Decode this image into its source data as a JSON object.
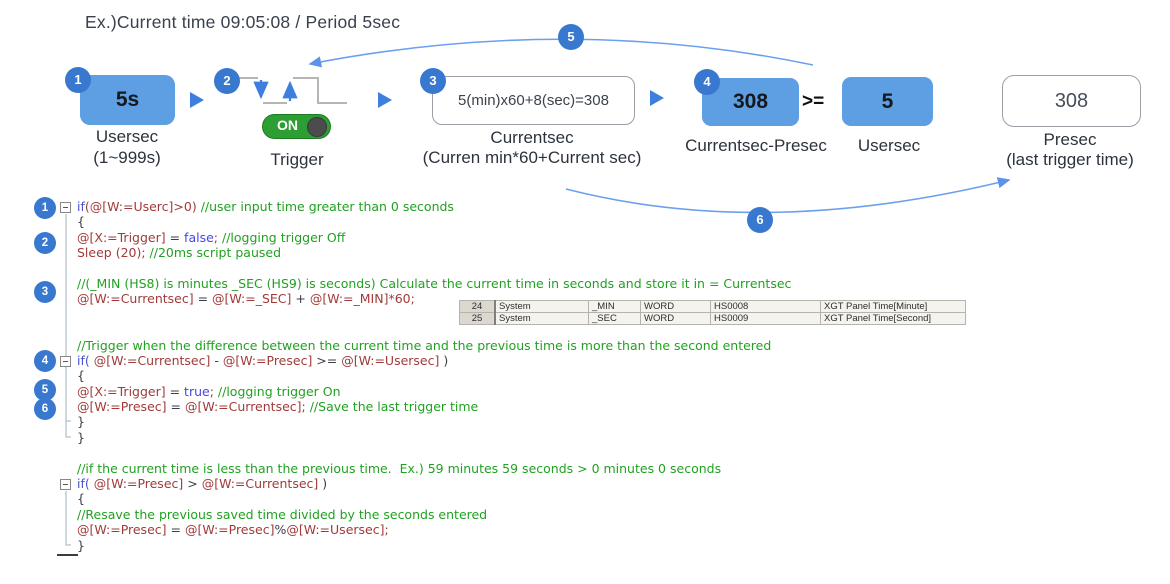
{
  "header": {
    "title": "Ex.)Current time 09:05:08 / Period 5sec"
  },
  "flow": {
    "usersec": {
      "badge": "1",
      "value": "5s",
      "label": "Usersec",
      "sublabel": "(1~999s)"
    },
    "trigger": {
      "badge": "2",
      "toggle_label": "ON",
      "label": "Trigger"
    },
    "currentsec": {
      "badge": "3",
      "value": "5(min)x60+8(sec)=308",
      "label": "Currentsec",
      "sublabel": "(Curren min*60+Current sec)"
    },
    "diff": {
      "badge": "4",
      "value": "308",
      "label": "Currentsec-Presec"
    },
    "operator": ">=",
    "usersec2": {
      "value": "5",
      "label": "Usersec"
    },
    "presec": {
      "value": "308",
      "label": "Presec",
      "sublabel": "(last trigger time)"
    },
    "arc5_badge": "5",
    "arc6_badge": "6"
  },
  "code": {
    "badges": [
      "1",
      "2",
      "3",
      "4",
      "5",
      "6"
    ],
    "lines": [
      [
        [
          "k",
          "if"
        ],
        [
          "v",
          "(@[W:=Userc]>0)"
        ],
        [
          "c",
          " //user input time greater than 0 seconds"
        ]
      ],
      [
        [
          "p",
          "{"
        ]
      ],
      [
        [
          "v",
          "@[X:=Trigger]"
        ],
        [
          "p",
          " = "
        ],
        [
          "b",
          "false"
        ],
        [
          "v",
          ";"
        ],
        [
          "c",
          " //logging trigger Off"
        ]
      ],
      [
        [
          "v",
          "Sleep (20);"
        ],
        [
          "c",
          " //20ms script paused"
        ]
      ],
      [],
      [
        [
          "c",
          "//(_MIN (HS8) is minutes _SEC (HS9) is seconds) Calculate the current time in seconds and store it in = Currentsec"
        ]
      ],
      [
        [
          "v",
          "@[W:=Currentsec]"
        ],
        [
          "p",
          " = "
        ],
        [
          "v",
          "@[W:=_SEC]"
        ],
        [
          "p",
          " + "
        ],
        [
          "v",
          "@[W:=_MIN]*60;"
        ]
      ],
      [],
      [],
      [
        [
          "c",
          "//Trigger when the difference between the current time and the previous time is more than the second entered"
        ]
      ],
      [
        [
          "k",
          "if("
        ],
        [
          "p",
          " "
        ],
        [
          "v",
          "@[W:=Currentsec]"
        ],
        [
          "p",
          " - "
        ],
        [
          "v",
          "@[W:=Presec]"
        ],
        [
          "p",
          " >= "
        ],
        [
          "v",
          "@[W:=Usersec]"
        ],
        [
          "p",
          " )"
        ]
      ],
      [
        [
          "p",
          "{"
        ]
      ],
      [
        [
          "v",
          "@[X:=Trigger]"
        ],
        [
          "p",
          " = "
        ],
        [
          "b",
          "true"
        ],
        [
          "v",
          ";"
        ],
        [
          "c",
          " //logging trigger On"
        ]
      ],
      [
        [
          "v",
          "@[W:=Presec]"
        ],
        [
          "p",
          " = "
        ],
        [
          "v",
          "@[W:=Currentsec]"
        ],
        [
          "v",
          ";"
        ],
        [
          "c",
          " //Save the last trigger time"
        ]
      ],
      [
        [
          "p",
          "}"
        ]
      ],
      [
        [
          "p",
          "}"
        ]
      ],
      [],
      [
        [
          "c",
          "//if the current time is less than the previous time.  Ex.) 59 minutes 59 seconds > 0 minutes 0 seconds"
        ]
      ],
      [
        [
          "k",
          "if("
        ],
        [
          "p",
          " "
        ],
        [
          "v",
          "@[W:=Presec]"
        ],
        [
          "p",
          " > "
        ],
        [
          "v",
          "@[W:=Currentsec]"
        ],
        [
          "p",
          " )"
        ]
      ],
      [
        [
          "p",
          "{"
        ]
      ],
      [
        [
          "c",
          "//Resave the previous saved time divided by the seconds entered"
        ]
      ],
      [
        [
          "v",
          "@[W:=Presec]"
        ],
        [
          "p",
          " = "
        ],
        [
          "v",
          "@[W:=Presec]"
        ],
        [
          "p",
          "%"
        ],
        [
          "v",
          "@[W:=Usersec]"
        ],
        [
          "v",
          ";"
        ]
      ],
      [
        [
          "p",
          "}"
        ]
      ]
    ]
  },
  "sys_table": {
    "rows": [
      [
        "24",
        "System",
        "_MIN",
        "WORD",
        "HS0008",
        "XGT Panel Time[Minute]"
      ],
      [
        "25",
        "System",
        "_SEC",
        "WORD",
        "HS0009",
        "XGT Panel Time[Second]"
      ]
    ]
  },
  "colors": {
    "box_blue": "#5e9ee2",
    "badge_blue": "#3878cf",
    "arrow_blue": "#3e7ede",
    "arc_blue": "#6ba0ee",
    "toggle_green": "#2d9e33",
    "knob_gray": "#4c4c4c",
    "code_keyword": "#4a54cc",
    "code_variable": "#a03b3a",
    "code_bool": "#4646e8",
    "code_comment": "#21a121"
  }
}
